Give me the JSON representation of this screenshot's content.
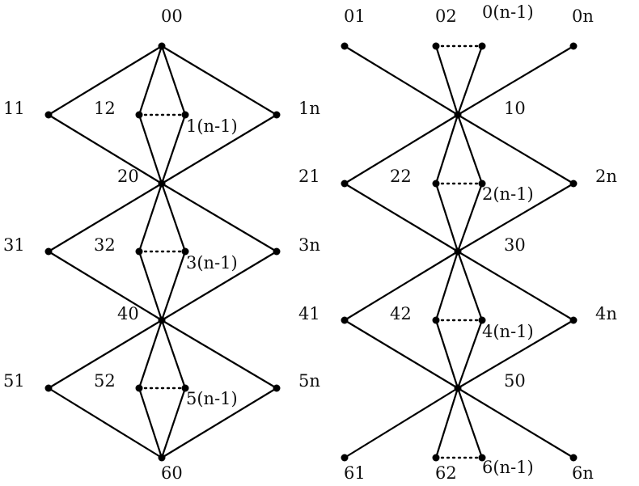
{
  "graphs": [
    {
      "id": "left",
      "labels": [
        "00",
        "11",
        "12",
        "1(n-1)",
        "1n",
        "20",
        "31",
        "32",
        "3(n-1)",
        "3n",
        "40",
        "51",
        "52",
        "5(n-1)",
        "5n",
        "60"
      ]
    },
    {
      "id": "right",
      "labels": [
        "01",
        "02",
        "0(n-1)",
        "0n",
        "10",
        "21",
        "22",
        "2(n-1)",
        "2n",
        "30",
        "41",
        "42",
        "4(n-1)",
        "4n",
        "50",
        "61",
        "62",
        "6(n-1)",
        "6n"
      ]
    }
  ],
  "colors": {
    "stroke": "#000000",
    "text": "#111111",
    "background": "#ffffff"
  }
}
